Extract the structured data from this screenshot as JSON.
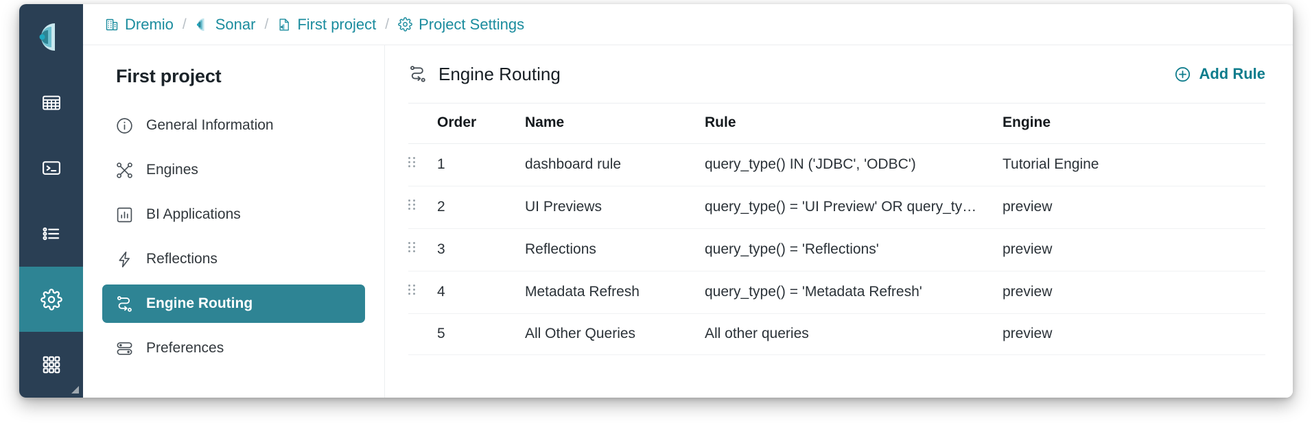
{
  "window": {
    "accent_teal": "#2E8494",
    "rail_dark": "#2A3F54",
    "link_teal": "#1B8C9E"
  },
  "rail": {
    "items": [
      {
        "name": "dremio-logo",
        "icon": "dremio-logo-icon",
        "active": false
      },
      {
        "name": "datasets",
        "icon": "grid-table-icon",
        "active": false
      },
      {
        "name": "sql-runner",
        "icon": "terminal-icon",
        "active": false
      },
      {
        "name": "jobs",
        "icon": "list-icon",
        "active": false
      },
      {
        "name": "settings",
        "icon": "gear-icon",
        "active": true
      },
      {
        "name": "apps-launcher",
        "icon": "apps-grid-icon",
        "active": false
      }
    ]
  },
  "breadcrumb": {
    "separator": "/",
    "items": [
      {
        "label": "Dremio",
        "icon": "building-icon"
      },
      {
        "label": "Sonar",
        "icon": "sonar-icon"
      },
      {
        "label": "First project",
        "icon": "project-file-icon"
      },
      {
        "label": "Project Settings",
        "icon": "gear-icon"
      }
    ]
  },
  "settings_nav": {
    "title": "First project",
    "items": [
      {
        "label": "General Information",
        "icon": "info-circle-icon",
        "active": false
      },
      {
        "label": "Engines",
        "icon": "engines-node-icon",
        "active": false
      },
      {
        "label": "BI Applications",
        "icon": "bar-chart-icon",
        "active": false
      },
      {
        "label": "Reflections",
        "icon": "lightning-bolt-icon",
        "active": false
      },
      {
        "label": "Engine Routing",
        "icon": "engine-routing-icon",
        "active": true
      },
      {
        "label": "Preferences",
        "icon": "toggles-icon",
        "active": false
      }
    ]
  },
  "content": {
    "title": "Engine Routing",
    "title_icon": "engine-routing-icon",
    "add_rule_label": "Add Rule",
    "add_rule_icon": "plus-circle-icon",
    "table": {
      "columns": [
        "Order",
        "Name",
        "Rule",
        "Engine"
      ],
      "rows": [
        {
          "draggable": true,
          "order": "1",
          "name": "dashboard rule",
          "rule": "query_type() IN ('JDBC', 'ODBC')",
          "engine": "Tutorial Engine"
        },
        {
          "draggable": true,
          "order": "2",
          "name": "UI Previews",
          "rule": "query_type() = 'UI Preview' OR query_ty…",
          "engine": "preview"
        },
        {
          "draggable": true,
          "order": "3",
          "name": "Reflections",
          "rule": "query_type() = 'Reflections'",
          "engine": "preview"
        },
        {
          "draggable": true,
          "order": "4",
          "name": "Metadata Refresh",
          "rule": "query_type() = 'Metadata Refresh'",
          "engine": "preview"
        },
        {
          "draggable": false,
          "order": "5",
          "name": "All Other Queries",
          "rule": "All other queries",
          "engine": "preview"
        }
      ]
    }
  }
}
